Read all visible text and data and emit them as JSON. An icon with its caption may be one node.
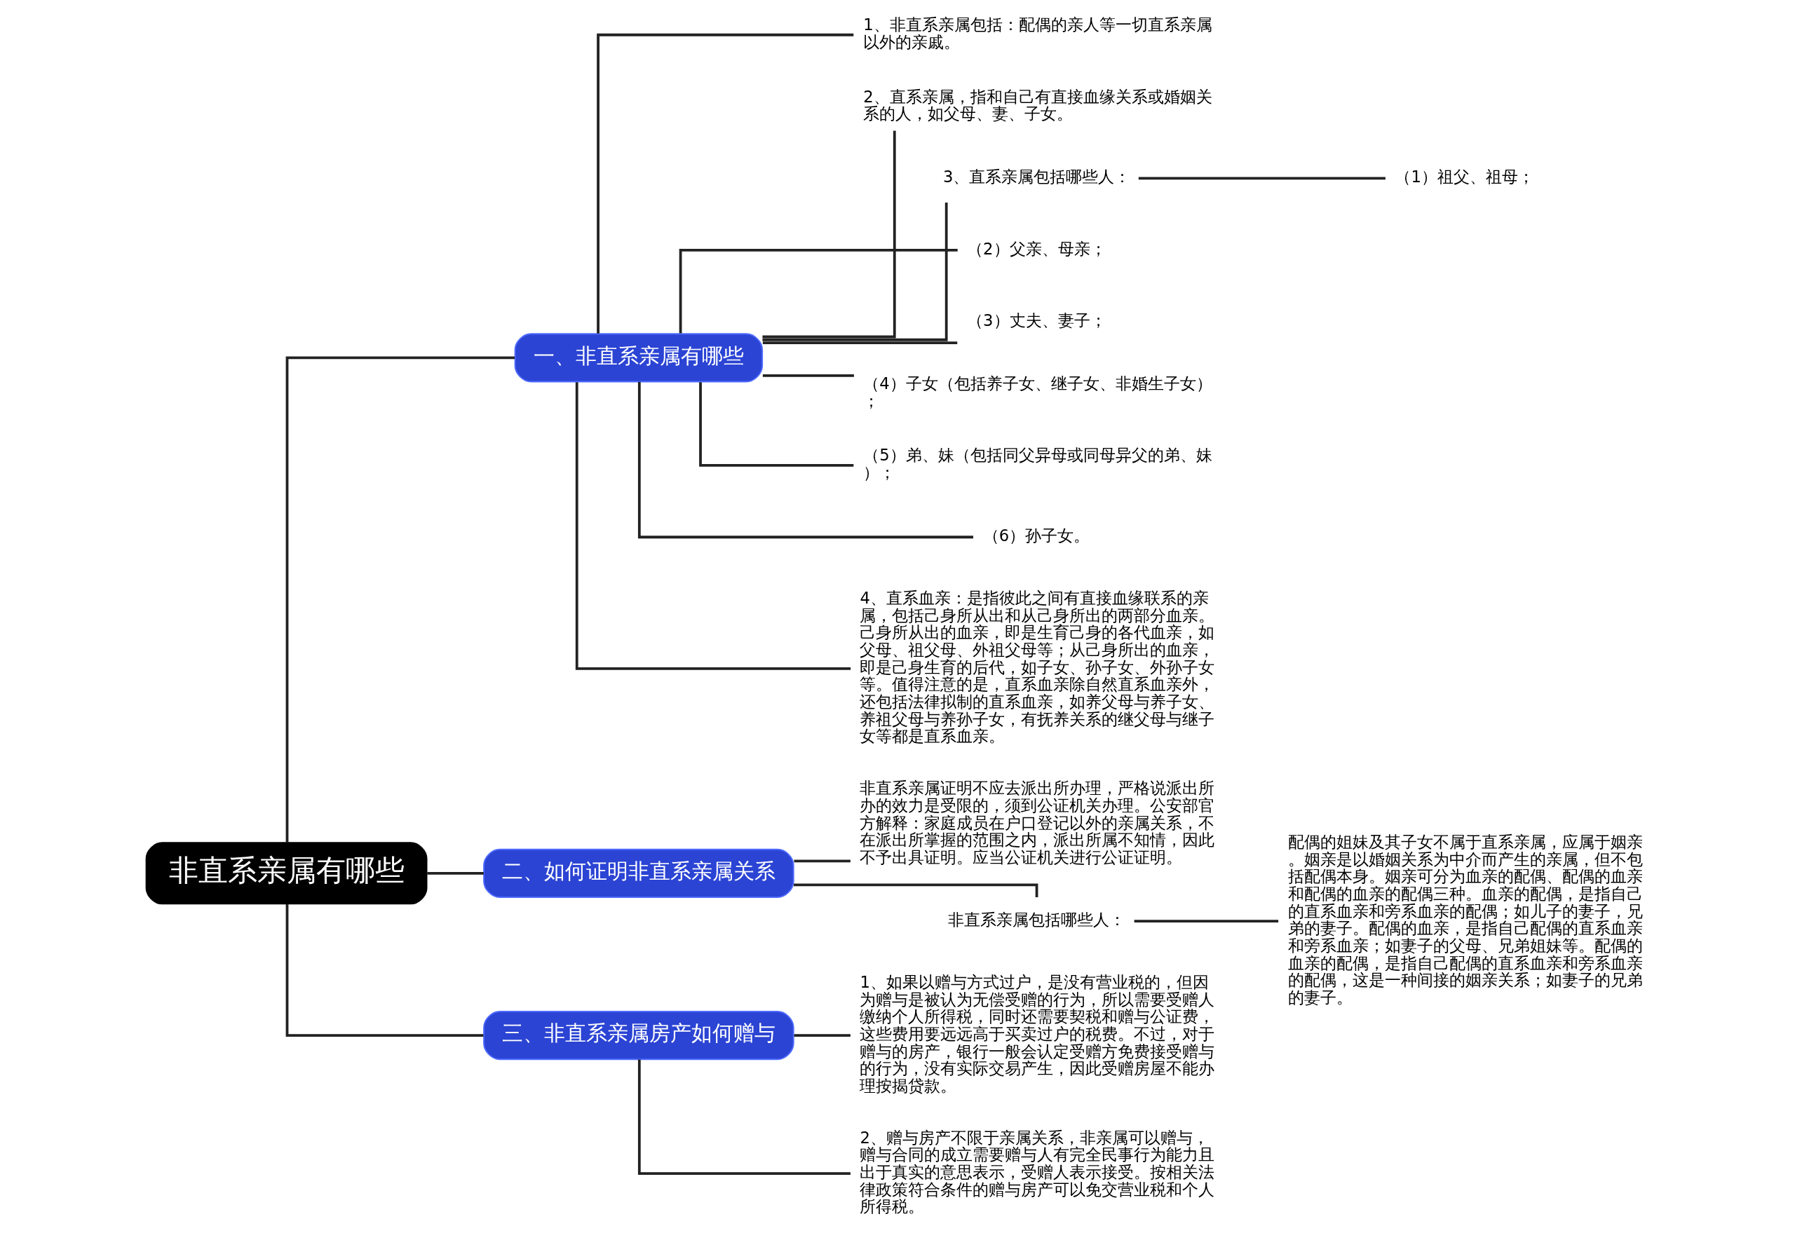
{
  "diagram": {
    "nodes": [
      {
        "text": [
          "非直系亲属有哪些"
        ]
      },
      {
        "text": [
          "一、非直系亲属有哪些"
        ]
      },
      {
        "text": [
          "1、非直系亲属包括：配偶的亲人等一切直系亲属以外的亲戚。"
        ]
      },
      {
        "text": [
          "2、直系亲属，指和自己有直接血缘关系或婚姻关系的人，如父母、妻、子女。"
        ]
      },
      {
        "text": [
          "3、直系亲属包括哪些人："
        ]
      },
      {
        "text": [
          "（1）祖父、祖母；"
        ]
      },
      {
        "text": [
          "（2）父亲、母亲；"
        ]
      },
      {
        "text": [
          "（3）丈夫、妻子；"
        ]
      },
      {
        "text": [
          "（4）子女（包括养子女、继子女、非婚生子女）；"
        ]
      },
      {
        "text": [
          "（5）弟、妹（包括同父异母或同母异父的弟、妹）；"
        ]
      },
      {
        "text": [
          "（6）孙子女。"
        ]
      },
      {
        "text": [
          "4、直系血亲：是指彼此之间有直接血缘联系的亲属，包括己身所从出和从己身所出的两部分血亲。己身所从出的血亲，即是生育己身的各代血亲，如父母、祖父母、外祖父母等；从己身所出的血亲，即是己身生育的后代，如子女、孙子女、外孙子女等。值得注意的是，直系血亲除自然直系血亲外，还包括法律拟制的直系血亲，如养父母与养子女、养祖父母与养孙子女，有抚养关系的继父母与继子女等都是直系血亲。"
        ]
      },
      {
        "text": [
          "二、如何证明非直系亲属关系"
        ]
      },
      {
        "text": [
          "非直系亲属证明不应去派出所办理，严格说派出所办的效力是受限的，须到公证机关办理。公安部官方解释：家庭成员在户口登记以外的亲属关系，不在派出所掌握的范围之内，派出所属不知情，因此不予出具证明。应当公证机关进行公证证明。"
        ]
      },
      {
        "text": [
          "非直系亲属包括哪些人："
        ]
      },
      {
        "text": [
          "配偶的姐妹及其子女不属于直系亲属，应属于姻亲。姻亲是以婚姻关系为中介而产生的亲属，但不包括配偶本身。姻亲可分为血亲的配偶、配偶的血亲和配偶的血亲的配偶三种。血亲的配偶，是指自己的直系血亲和旁系血亲的配偶；如儿子的妻子，兄弟的妻子。配偶的血亲，是指自己配偶的直系血亲和旁系血亲；如妻子的父母、兄弟姐妹等。配偶的血亲的配偶，是指自己配偶的直系血亲和旁系血亲的配偶，这是一种间接的姻亲关系；如妻子的兄弟的妻子。"
        ]
      },
      {
        "text": [
          "三、非直系亲属房产如何赠与"
        ]
      },
      {
        "text": [
          "1、如果以赠与方式过户，是没有营业税的，但因为赠与是被认为无偿受赠的行为，所以需要受赠人缴纳个人所得税，同时还需要契税和赠与公证费，这些费用要远远高于买卖过户的税费。不过，对于赠与的房产，银行一般会认定受赠方免费接受赠与的行为，没有实际交易产生，因此受赠房屋不能办理按揭贷款。"
        ]
      },
      {
        "text": [
          "2、赠与房产不限于亲属关系，非亲属可以赠与，赠与合同的成立需要赠与人有完全民事行为能力且出于真实的意思表示，受赠人表示接受。按相关法律政策符合条件的赠与房产可以免交营业税和个人所得税。"
        ]
      }
    ],
    "edges": [
      {
        "from": 0,
        "to": 1,
        "arrow": "none"
      },
      {
        "from": 1,
        "to": 2,
        "arrow": "none"
      },
      {
        "from": 1,
        "to": 3,
        "arrow": "none"
      },
      {
        "from": 1,
        "to": 4,
        "arrow": "none"
      },
      {
        "from": 4,
        "to": 5,
        "arrow": "none"
      },
      {
        "from": 1,
        "to": 6,
        "arrow": "none"
      },
      {
        "from": 1,
        "to": 7,
        "arrow": "none"
      },
      {
        "from": 1,
        "to": 8,
        "arrow": "none"
      },
      {
        "from": 1,
        "to": 9,
        "arrow": "none"
      },
      {
        "from": 1,
        "to": 10,
        "arrow": "none"
      },
      {
        "from": 1,
        "to": 11,
        "arrow": "none"
      },
      {
        "from": 0,
        "to": 12,
        "arrow": "none"
      },
      {
        "from": 12,
        "to": 13,
        "arrow": "none"
      },
      {
        "from": 12,
        "to": 14,
        "arrow": "none"
      },
      {
        "from": 14,
        "to": 15,
        "arrow": "none"
      },
      {
        "from": 0,
        "to": 16,
        "arrow": "none"
      },
      {
        "from": 16,
        "to": 17,
        "arrow": "none"
      },
      {
        "from": 16,
        "to": 18,
        "arrow": "none"
      }
    ]
  }
}
